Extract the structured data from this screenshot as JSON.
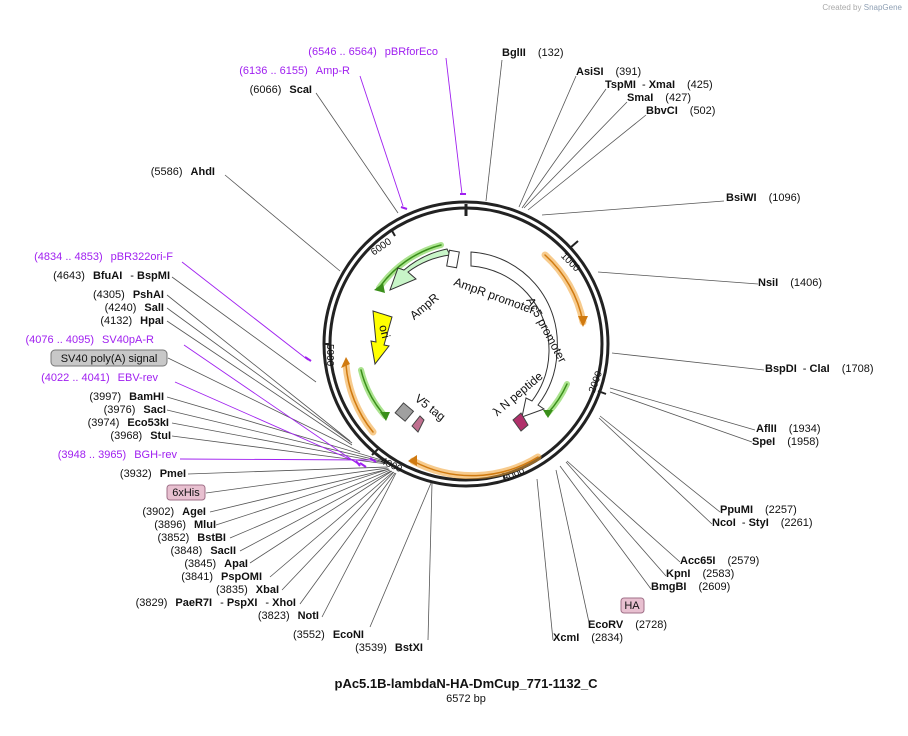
{
  "watermark": {
    "prefix": "Created by",
    "brand": "SnapGene"
  },
  "plasmid": {
    "name": "pAc5.1B-lambdaN-HA-DmCup_771-1132_C",
    "size_label": "6572 bp",
    "length": 6572
  },
  "colors": {
    "primer": "#a020f0",
    "backbone": "#222222",
    "arrow_orange": "#f0a030",
    "arrow_green": "#44aa22"
  },
  "ticks": [
    "1000",
    "2000",
    "3000",
    "4000",
    "5000",
    "6000"
  ],
  "sites_right": [
    {
      "name": "BglII",
      "pos": "(132)"
    },
    {
      "name": "AsiSI",
      "pos": "(391)"
    },
    {
      "name": "TspMI",
      "name2": "XmaI",
      "pos": "(425)"
    },
    {
      "name": "SmaI",
      "pos": "(427)"
    },
    {
      "name": "BbvCI",
      "pos": "(502)"
    },
    {
      "name": "BsiWI",
      "pos": "(1096)"
    },
    {
      "name": "NsiI",
      "pos": "(1406)"
    },
    {
      "name": "BspDI",
      "name2": "ClaI",
      "pos": "(1708)"
    },
    {
      "name": "AflII",
      "pos": "(1934)"
    },
    {
      "name": "SpeI",
      "pos": "(1958)"
    },
    {
      "name": "PpuMI",
      "pos": "(2257)"
    },
    {
      "name": "NcoI",
      "name2": "StyI",
      "pos": "(2261)"
    },
    {
      "name": "Acc65I",
      "pos": "(2579)"
    },
    {
      "name": "KpnI",
      "pos": "(2583)"
    },
    {
      "name": "BmgBI",
      "pos": "(2609)"
    },
    {
      "name": "EcoRV",
      "pos": "(2728)"
    },
    {
      "name": "XcmI",
      "pos": "(2834)"
    }
  ],
  "sites_left": [
    {
      "name": "ScaI",
      "pos": "(6066)"
    },
    {
      "name": "AhdI",
      "pos": "(5586)"
    },
    {
      "name": "BfuAI",
      "name2": "BspMI",
      "pos": "(4643)"
    },
    {
      "name": "PshAI",
      "pos": "(4305)"
    },
    {
      "name": "SalI",
      "pos": "(4240)"
    },
    {
      "name": "HpaI",
      "pos": "(4132)"
    },
    {
      "name": "BamHI",
      "pos": "(3997)"
    },
    {
      "name": "SacI",
      "pos": "(3976)"
    },
    {
      "name": "Eco53kI",
      "pos": "(3974)"
    },
    {
      "name": "StuI",
      "pos": "(3968)"
    },
    {
      "name": "PmeI",
      "pos": "(3932)"
    },
    {
      "name": "AgeI",
      "pos": "(3902)"
    },
    {
      "name": "MluI",
      "pos": "(3896)"
    },
    {
      "name": "BstBI",
      "pos": "(3852)"
    },
    {
      "name": "SacII",
      "pos": "(3848)"
    },
    {
      "name": "ApaI",
      "pos": "(3845)"
    },
    {
      "name": "PspOMI",
      "pos": "(3841)"
    },
    {
      "name": "XbaI",
      "pos": "(3835)"
    },
    {
      "name": "PaeR7I",
      "name2": "PspXI",
      "name3": "XhoI",
      "pos": "(3829)"
    },
    {
      "name": "NotI",
      "pos": "(3823)"
    },
    {
      "name": "EcoNI",
      "pos": "(3552)"
    },
    {
      "name": "BstXI",
      "pos": "(3539)"
    }
  ],
  "primers": [
    {
      "range": "(6546 .. 6564)",
      "name": "pBRforEco"
    },
    {
      "range": "(6136 .. 6155)",
      "name": "Amp-R"
    },
    {
      "range": "(4834 .. 4853)",
      "name": "pBR322ori-F"
    },
    {
      "range": "(4076 .. 4095)",
      "name": "SV40pA-R"
    },
    {
      "range": "(4022 .. 4041)",
      "name": "EBV-rev"
    },
    {
      "range": "(3948 .. 3965)",
      "name": "BGH-rev"
    }
  ],
  "feature_boxes": {
    "sv40": "SV40 poly(A) signal",
    "his": "6xHis",
    "ha": "HA"
  },
  "inner_features": {
    "ampr": "AmpR",
    "ampr_promoter": "AmpR promoter",
    "ac5_promoter": "Ac5 promoter",
    "ori": "ori",
    "v5": "V5 tag",
    "lambda_n": "λ N peptide"
  }
}
